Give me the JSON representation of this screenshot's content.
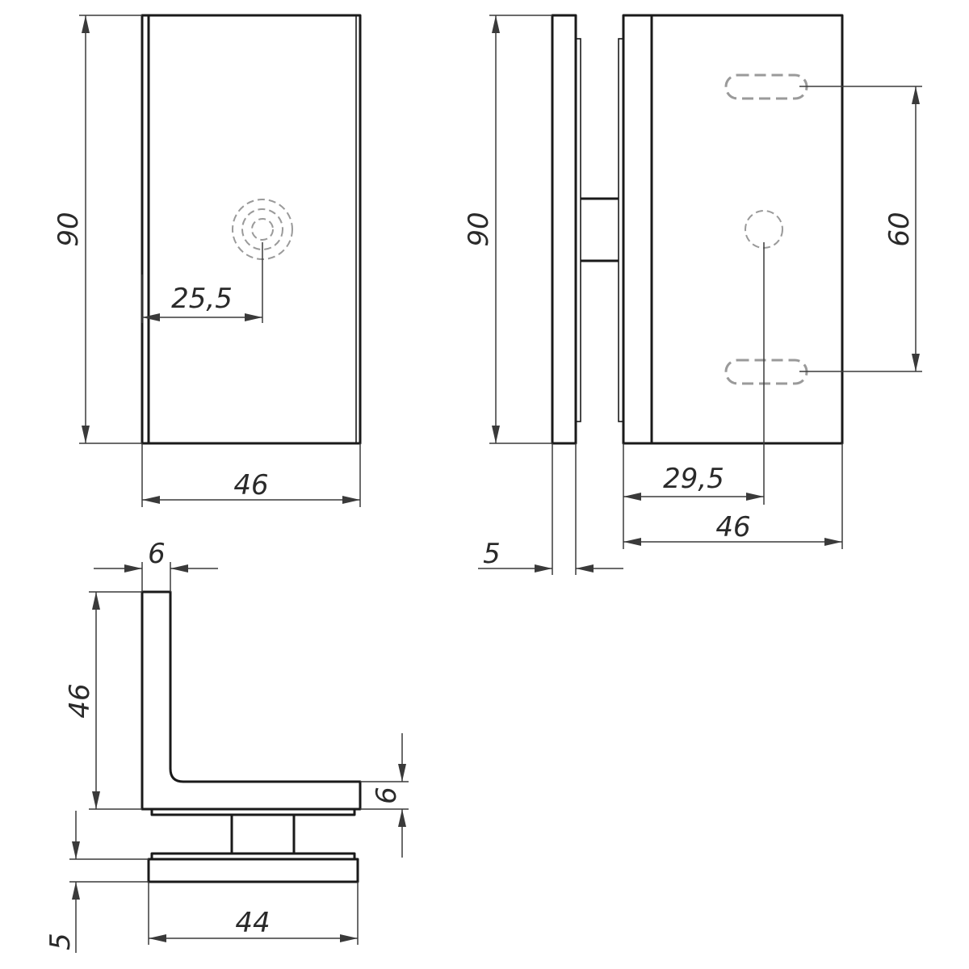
{
  "drawing": {
    "front_view": {
      "height_dim": "90",
      "width_dim": "46",
      "hole_offset_dim": "25,5"
    },
    "side_view": {
      "height_dim": "90",
      "slot_spacing_dim": "60",
      "hole_offset_dim": "29,5",
      "width_dim": "46",
      "plate_thickness_dim": "5"
    },
    "section_view": {
      "flange_thickness_dim": "6",
      "height_dim": "46",
      "base_thickness_dim": "6",
      "pad_thickness_dim": "5",
      "pad_width_dim": "44"
    },
    "colors": {
      "outline": "#1a1a1a",
      "dimension": "#3a3a3a",
      "hidden": "#9a9a9a"
    }
  }
}
